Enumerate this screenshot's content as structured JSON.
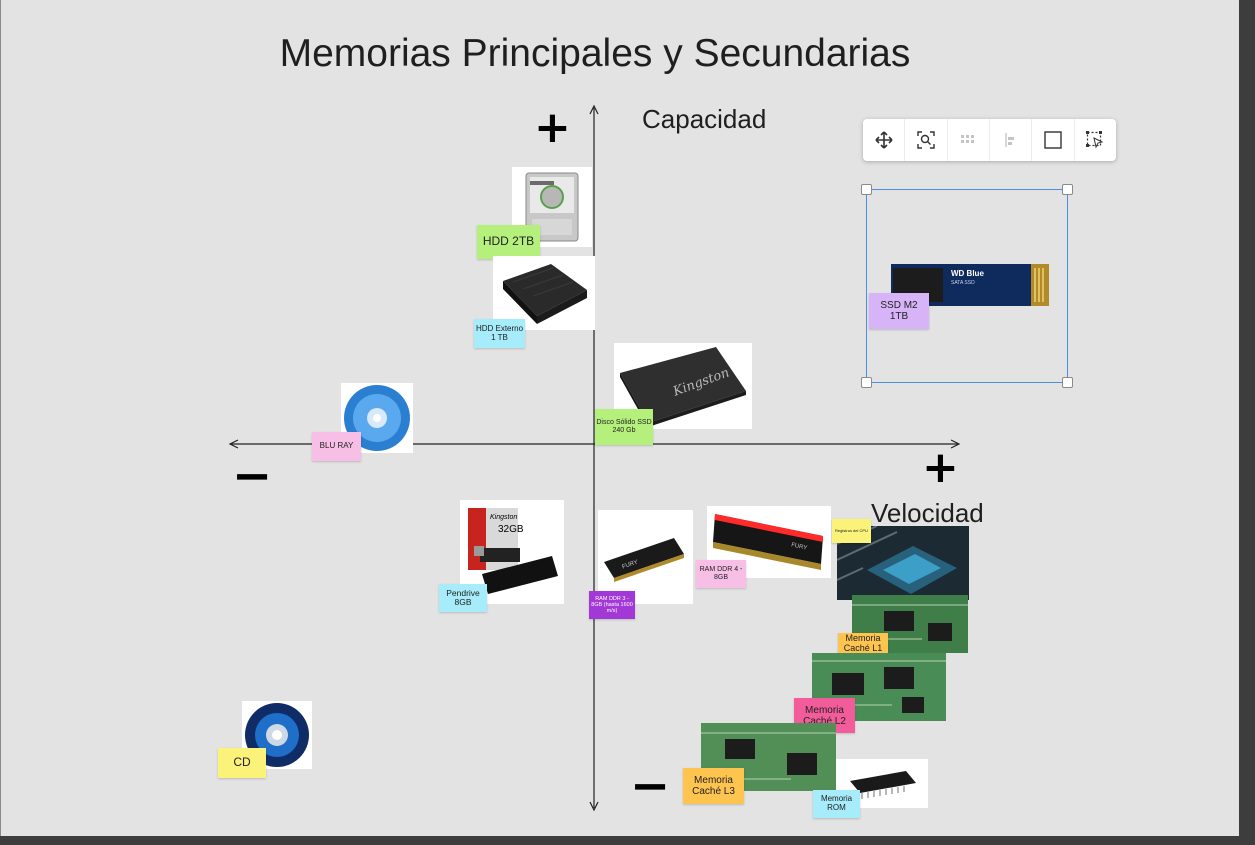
{
  "title": "Memorias Principales y Secundarias",
  "axes": {
    "y_label": "Capacidad",
    "x_label": "Velocidad",
    "plus": "+",
    "minus": "−"
  },
  "toolbar": {
    "icons": [
      "move-icon",
      "zoom-icon",
      "grid-icon",
      "align-icon",
      "frame-icon",
      "selection-icon"
    ]
  },
  "stickies": {
    "hdd": "HDD 2TB",
    "hdd_ext": "HDD Externo 1 TB",
    "ssd": "Disco Sólido SSD 240 Gb",
    "ssd_m2": "SSD M2 1TB",
    "bluray": "BLU RAY",
    "pendrive": "Pendrive 8GB",
    "ddr3": "RAM DDR 3 - 8GB (hasta 1600 m/s)",
    "ddr4": "RAM DDR 4 - 8GB",
    "cpu_reg": "Registros del CPU",
    "l1": "Memoria Caché L1",
    "l2": "Memoria Caché L2",
    "l3": "Memoria Caché L3",
    "rom": "Memoria ROM",
    "cd": "CD"
  },
  "product_text": {
    "usb_brand": "Kingston",
    "usb_capacity": "32GB",
    "ssd_brand": "Kingston",
    "m2_brand": "WD Blue",
    "m2_sub": "SATA SSD",
    "ram_brand": "FURY"
  },
  "colors": {
    "sticky_green": "#b5f07c",
    "sticky_blue": "#a6ecfa",
    "sticky_pink": "#f7bfe6",
    "sticky_purple": "#d6b4f7",
    "sticky_violet": "#a238d6",
    "sticky_yellow": "#fbf27a",
    "sticky_orange": "#fdc44f",
    "sticky_magenta": "#f25c9b",
    "selection": "#4a90e2"
  }
}
